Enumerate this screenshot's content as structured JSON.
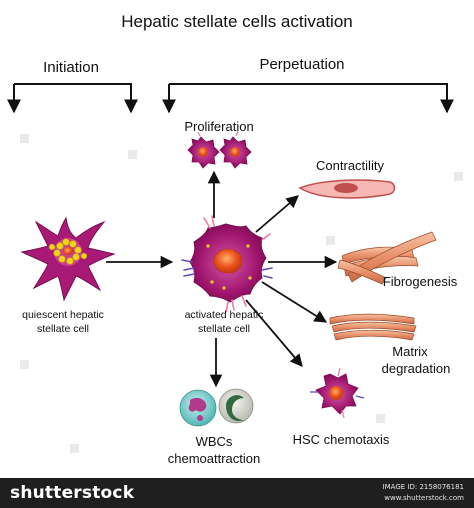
{
  "diagram": {
    "title": "Hepatic stellate cells activation",
    "initiation": "Initiation",
    "perpetuation": "Perpetuation",
    "quiescent_line1": "quiescent hepatic",
    "quiescent_line2": "stellate cell",
    "activated_line1": "activated hepatic",
    "activated_line2": "stellate cell",
    "proliferation": "Proliferation",
    "contractility": "Contractility",
    "fibrogenesis": "Fibrogenesis",
    "matrix_line1": "Matrix",
    "matrix_line2": "degradation",
    "wbc_line1": "WBCs",
    "wbc_line2": "chemoattraction",
    "hsc_chemotaxis": "HSC chemotaxis"
  },
  "colors": {
    "cell_magenta": "#a0156e",
    "cell_inner": "#c83e93",
    "nucleus_orange": "#e8521c",
    "granule_yellow": "#f2d319",
    "muscle_pink": "#f5b8b3",
    "fiber_orange": "#e8916a",
    "arrow_black": "#111111"
  },
  "footer": {
    "brand": "shutterstock",
    "image_id": "IMAGE ID: 2158076181",
    "site": "www.shutterstock.com"
  }
}
